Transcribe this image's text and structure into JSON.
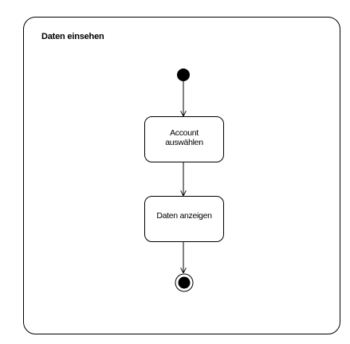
{
  "frame": {
    "title": "Daten einsehen"
  },
  "actions": [
    {
      "label": "Account\nauswählen"
    },
    {
      "label": "Daten anzeigen"
    }
  ],
  "colors": {
    "stroke": "#000000",
    "fill": "#ffffff"
  }
}
